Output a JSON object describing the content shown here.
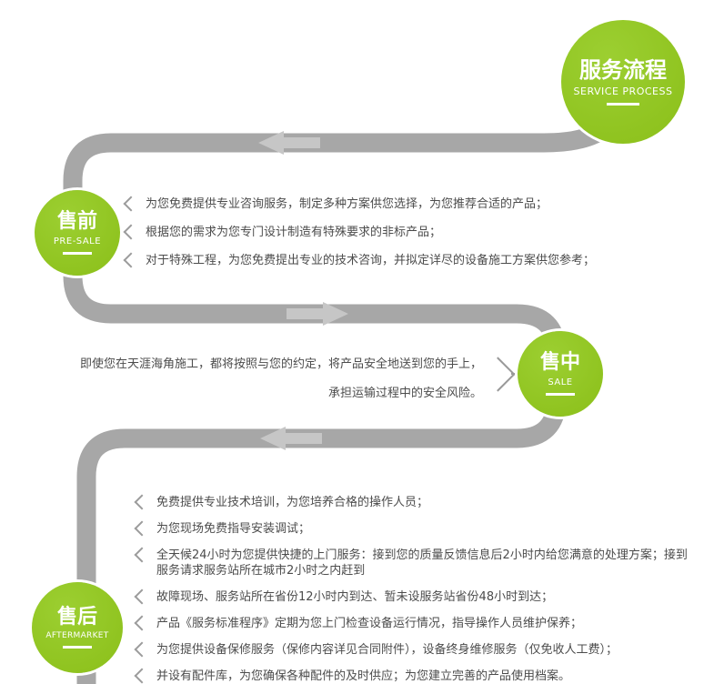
{
  "header": {
    "title": "服务流程",
    "subtitle": "SERVICE PROCESS"
  },
  "stages": [
    {
      "title": "售前",
      "subtitle": "PRE-SALE",
      "items": [
        "为您免费提供专业咨询服务，制定多种方案供您选择，为您推荐合适的产品；",
        "根据您的需求为您专门设计制造有特殊要求的非标产品；",
        "对于特殊工程，为您免费提出专业的技术咨询，并拟定详尽的设备施工方案供您参考；"
      ]
    },
    {
      "title": "售中",
      "subtitle": "SALE",
      "items": [
        "即使您在天涯海角施工，都将按照与您的约定，将产品安全地送到您的手上，",
        "承担运输过程中的安全风险。"
      ]
    },
    {
      "title": "售后",
      "subtitle": "AFTERMARKET",
      "items": [
        "免费提供专业技术培训，为您培养合格的操作人员；",
        "为您现场免费指导安装调试；",
        "全天候24小时为您提供快捷的上门服务：接到您的质量反馈信息后2小时内给您满意的处理方案；接到服务请求服务站所在城市2小时之内赶到",
        "故障现场、服务站所在省份12小时内到达、暂未设服务站省份48小时到达；",
        "产品《服务标准程序》定期为您上门检查设备运行情况，指导操作人员维护保养；",
        "为您提供设备保修服务（保修内容详见合同附件），设备终身维修服务（仅免收人工费）；",
        "并设有配件库，为您确保各种配件的及时供应；为您建立完善的产品使用档案。"
      ]
    }
  ],
  "colors": {
    "green": "#8fc31f",
    "path_gray": "#a7a7a7",
    "arrow_gray": "#c6c6c6",
    "text": "#4c4c4c"
  }
}
